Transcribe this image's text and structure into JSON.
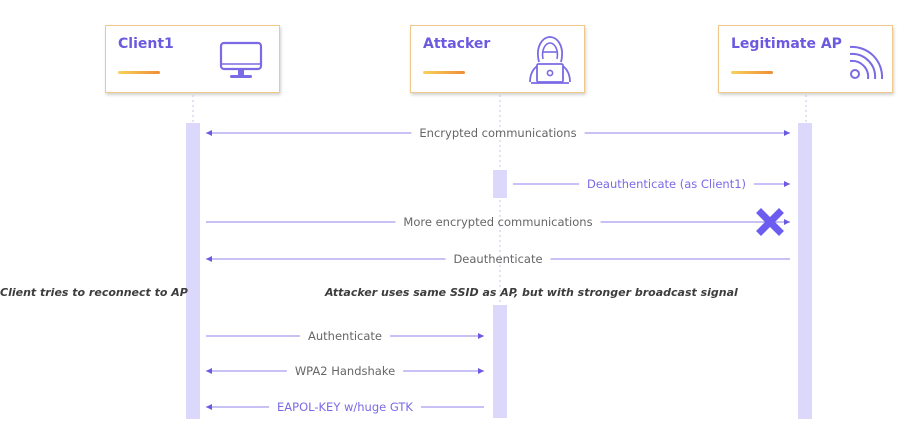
{
  "colors": {
    "accent": "#6a5ae0",
    "line": "#a89cf0",
    "activation": "#dcd8fc",
    "label_gray": "#666666",
    "label_purple": "#7a6ae6",
    "x_mark": "#6d5cf0",
    "box_border": "#f0c98a",
    "underline_start": "#f7d25c",
    "underline_end": "#ef8e35"
  },
  "actors": [
    {
      "id": "client",
      "name": "Client1",
      "icon": "monitor-icon"
    },
    {
      "id": "attacker",
      "name": "Attacker",
      "icon": "hooded-hacker-laptop-icon"
    },
    {
      "id": "ap",
      "name": "Legitimate AP",
      "icon": "wifi-signal-icon"
    }
  ],
  "messages": [
    {
      "label": "Encrypted communications",
      "from": "client",
      "to": "ap",
      "bidirectional": true,
      "color": "gray"
    },
    {
      "label": "Deauthenticate (as Client1)",
      "from": "attacker",
      "to": "ap",
      "bidirectional": false,
      "color": "purple"
    },
    {
      "label": "More encrypted communications",
      "from": "client",
      "to": "ap",
      "bidirectional": false,
      "color": "gray",
      "blocked": true,
      "blocked_icon": "x-mark-icon"
    },
    {
      "label": "Deauthenticate",
      "from": "ap",
      "to": "client",
      "bidirectional": false,
      "color": "gray"
    },
    {
      "label": "Authenticate",
      "from": "client",
      "to": "attacker",
      "bidirectional": false,
      "color": "gray"
    },
    {
      "label": "WPA2 Handshake",
      "from": "client",
      "to": "attacker",
      "bidirectional": true,
      "color": "gray"
    },
    {
      "label": "EAPOL-KEY w/huge GTK",
      "from": "attacker",
      "to": "client",
      "bidirectional": false,
      "color": "purple"
    }
  ],
  "notes": {
    "client": "Client tries to reconnect to AP",
    "attacker": "Attacker uses  same SSID as AP,  but with stronger broadcast signal"
  }
}
